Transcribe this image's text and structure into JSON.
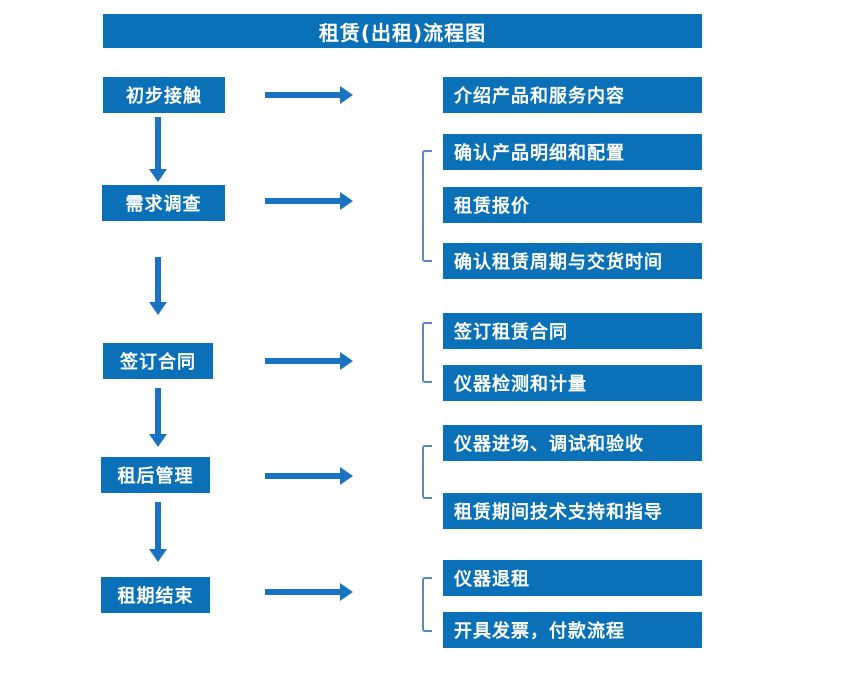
{
  "title": "租赁(出租)流程图",
  "colors": {
    "box_blue": "#0a71b8",
    "arrow_blue": "#1a73c2",
    "bracket_blue": "#5b87c5",
    "box_text": "#ffffff",
    "background": "#ffffff"
  },
  "rows": [
    {
      "step": "初步接触",
      "details": [
        "介绍产品和服务内容"
      ]
    },
    {
      "step": "需求调查",
      "details": [
        "确认产品明细和配置",
        "租赁报价",
        "确认租赁周期与交货时间"
      ]
    },
    {
      "step": "签订合同",
      "details": [
        "签订租赁合同",
        "仪器检测和计量"
      ]
    },
    {
      "step": "租后管理",
      "details": [
        "仪器进场、调试和验收",
        "租赁期间技术支持和指导"
      ]
    },
    {
      "step": "租期结束",
      "details": [
        "仪器退租",
        "开具发票，付款流程"
      ]
    }
  ]
}
